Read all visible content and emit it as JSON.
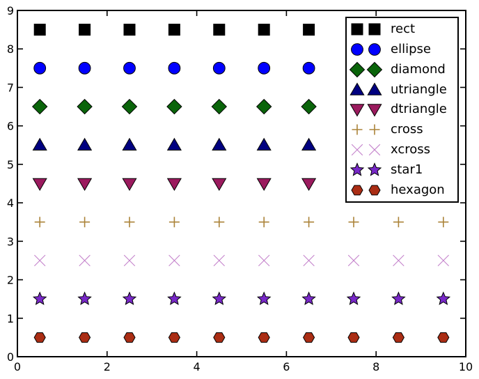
{
  "figure": {
    "background": "#ffffff",
    "axis_color": "#000000"
  },
  "chart_data": {
    "type": "scatter",
    "title": "",
    "xlabel": "",
    "ylabel": "",
    "xlim": [
      0,
      10
    ],
    "ylim": [
      0,
      9
    ],
    "xticks": [
      0,
      2,
      4,
      6,
      8,
      10
    ],
    "yticks": [
      0,
      1,
      2,
      3,
      4,
      5,
      6,
      7,
      8,
      9
    ],
    "grid": false,
    "tick_direction": "in",
    "x": [
      0.5,
      1.5,
      2.5,
      3.5,
      4.5,
      5.5,
      6.5,
      7.5,
      8.5,
      9.5
    ],
    "series": [
      {
        "name": "rect",
        "marker": "rect",
        "color": "#000000",
        "y": 8.5
      },
      {
        "name": "ellipse",
        "marker": "ellipse",
        "color": "#0000ff",
        "y": 7.5
      },
      {
        "name": "diamond",
        "marker": "diamond",
        "color": "#0a640a",
        "y": 6.5
      },
      {
        "name": "utriangle",
        "marker": "utriangle",
        "color": "#000080",
        "y": 5.5
      },
      {
        "name": "dtriangle",
        "marker": "dtriangle",
        "color": "#9b1b5e",
        "y": 4.5
      },
      {
        "name": "cross",
        "marker": "cross",
        "color": "#ab8339",
        "y": 3.5
      },
      {
        "name": "xcross",
        "marker": "xcross",
        "color": "#c584cc",
        "y": 2.5
      },
      {
        "name": "star1",
        "marker": "star1",
        "color": "#7828c8",
        "y": 1.5
      },
      {
        "name": "hexagon",
        "marker": "hexagon",
        "color": "#aa2d14",
        "y": 0.5
      }
    ],
    "legend": {
      "position": "upper right",
      "numpoints": 2,
      "entries": [
        "rect",
        "ellipse",
        "diamond",
        "utriangle",
        "dtriangle",
        "cross",
        "xcross",
        "star1",
        "hexagon"
      ]
    }
  }
}
